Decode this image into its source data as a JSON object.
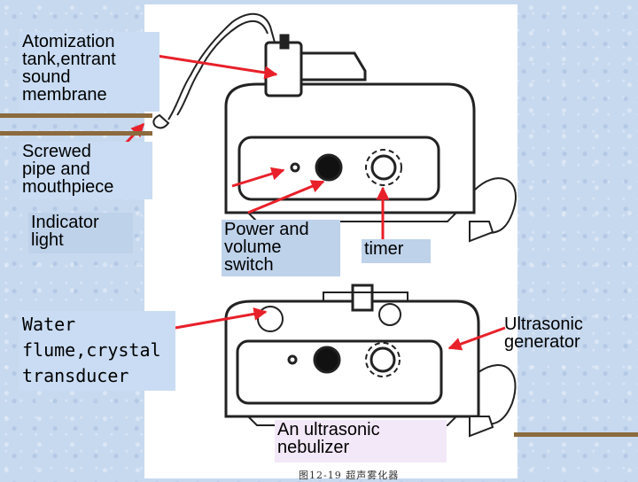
{
  "labels": {
    "atomization": "Atomization\ntank,entrant\nsound\nmembrane",
    "screwed_pipe": "Screwed\npipe and\nmouthpiece",
    "indicator": "Indicator\nlight",
    "power": "Power and\nvolume\nswitch",
    "timer": "timer",
    "water": "Water\nflume,crystal\ntransducer",
    "ultrasonic": "Ultrasonic\ngenerator",
    "title": "An ultrasonic\nnebulizer"
  },
  "figure_caption": "图12-19 超声雾化器",
  "colors": {
    "arrow": "#e8202a",
    "background": "#c7d9ef",
    "line_art": "#222222"
  }
}
